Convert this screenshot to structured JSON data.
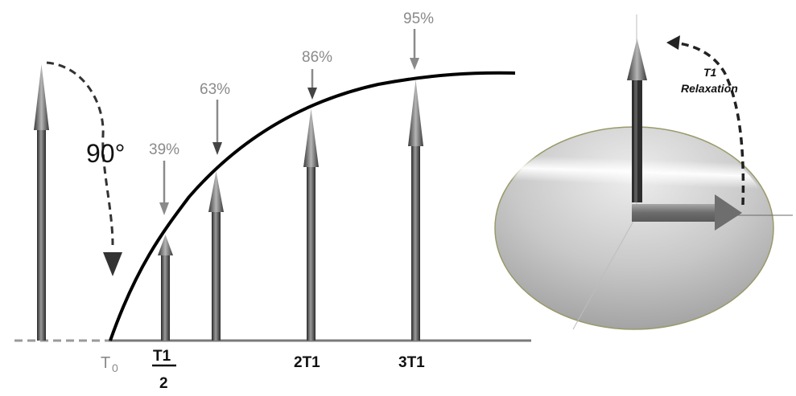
{
  "left_panel": {
    "flip_angle_label": "90°",
    "percent_labels": [
      "39%",
      "63%",
      "86%",
      "95%"
    ],
    "axis_labels": {
      "t0": "T",
      "t0_sub": "0",
      "half_t1_num": "T1",
      "half_t1_den": "2",
      "two_t1": "2T1",
      "three_t1": "3T1"
    }
  },
  "right_panel": {
    "relaxation_title": "T1",
    "relaxation_sub": "Relaxation"
  },
  "colors": {
    "curve": "#000000",
    "arrow_dark": "#444444",
    "arrow_light": "#8f8f8f",
    "axis": "#7a7a7a",
    "annotation_gray": "#8a8a8a",
    "disc": "#cfcfcf"
  }
}
